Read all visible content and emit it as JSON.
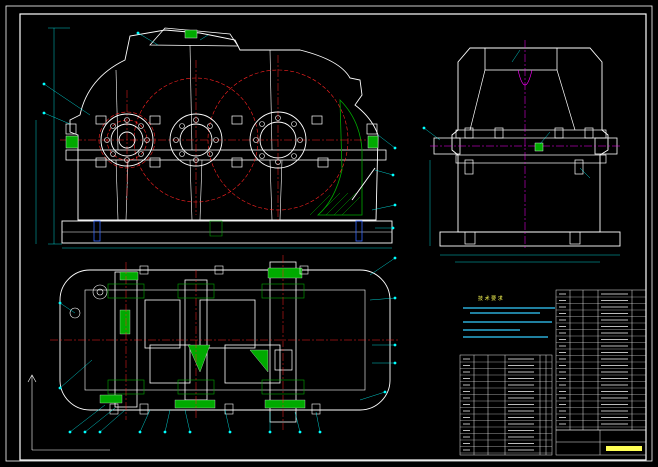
{
  "drawing": {
    "colors": {
      "background": "#000000",
      "frame": "#ffffff",
      "outline": "#ffffff",
      "centerline_red": "#ff2222",
      "centerline_magenta": "#ff00ff",
      "dimension": "#00ffff",
      "section_fill": "#00aa00",
      "text_table": "#e6e6e6",
      "note_title": "#ffff55",
      "note_text": "#33ccff",
      "leader": "#00ffff"
    },
    "views": [
      {
        "id": "front-view",
        "kind": "gear-reducer-front"
      },
      {
        "id": "side-view",
        "kind": "gear-reducer-side"
      },
      {
        "id": "top-section-view",
        "kind": "gear-reducer-top-section"
      }
    ],
    "technical_requirements": {
      "title": "技 术 要 求"
    },
    "title_block": {
      "label": ""
    }
  }
}
